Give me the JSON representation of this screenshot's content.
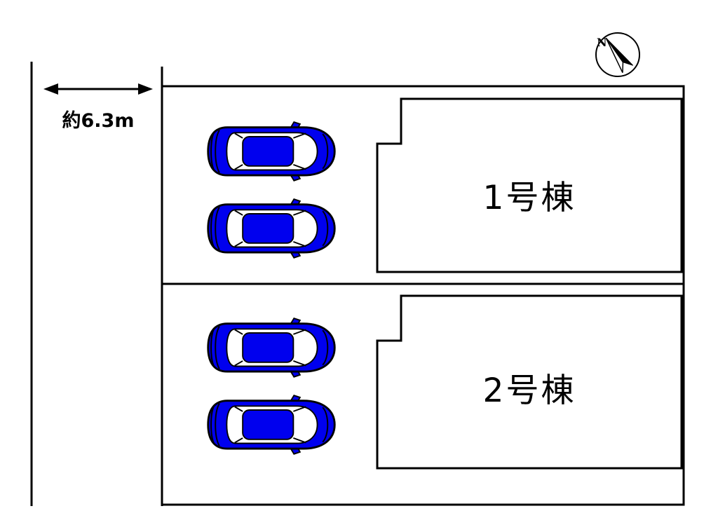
{
  "diagram": {
    "title": "site-plan",
    "road_width_label": "約6.3m",
    "compass_label": "N",
    "lots": [
      {
        "building_label": "1号棟",
        "car_count": 2
      },
      {
        "building_label": "2号棟",
        "car_count": 2
      }
    ]
  },
  "colors": {
    "car_blue": "#0000ee",
    "line_black": "#000000",
    "background": "#ffffff"
  }
}
